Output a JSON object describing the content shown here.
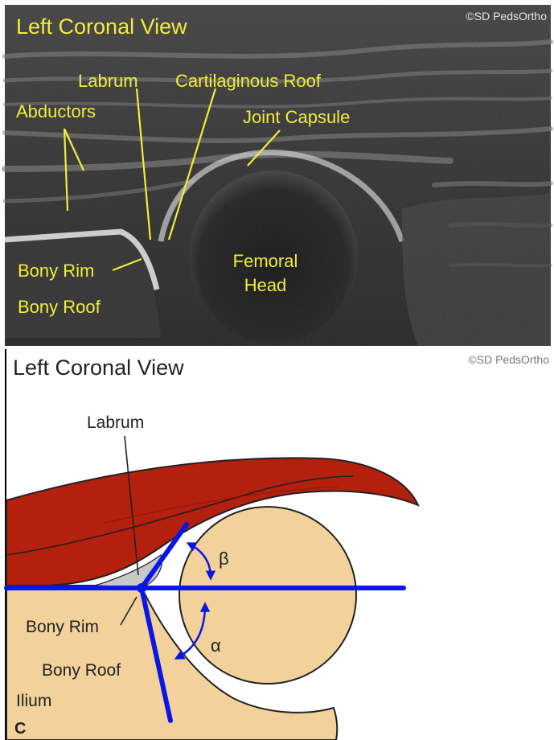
{
  "ultrasound": {
    "title": "Left Coronal View",
    "copyright": "©SD PedsOrtho",
    "labels": {
      "labrum": "Labrum",
      "cartilaginous_roof": "Cartilaginous Roof",
      "abductors": "Abductors",
      "joint_capsule": "Joint Capsule",
      "bony_rim": "Bony Rim",
      "bony_roof": "Bony Roof",
      "femoral_head_1": "Femoral",
      "femoral_head_2": "Head"
    },
    "colors": {
      "label": "#f2ec3a",
      "background": "#1c1c1c"
    }
  },
  "schematic": {
    "title": "Left Coronal View",
    "copyright": "©SD PedsOrtho",
    "labels": {
      "labrum": "Labrum",
      "bony_rim": "Bony Rim",
      "bony_roof": "Bony Roof",
      "ilium": "Ilium",
      "panel_letter": "C",
      "beta": "β",
      "alpha": "α"
    },
    "colors": {
      "muscle": "#b3200e",
      "bone": "#f2d29a",
      "lines": "#0a16e6",
      "labrum_fill": "#c8c8c8"
    }
  }
}
